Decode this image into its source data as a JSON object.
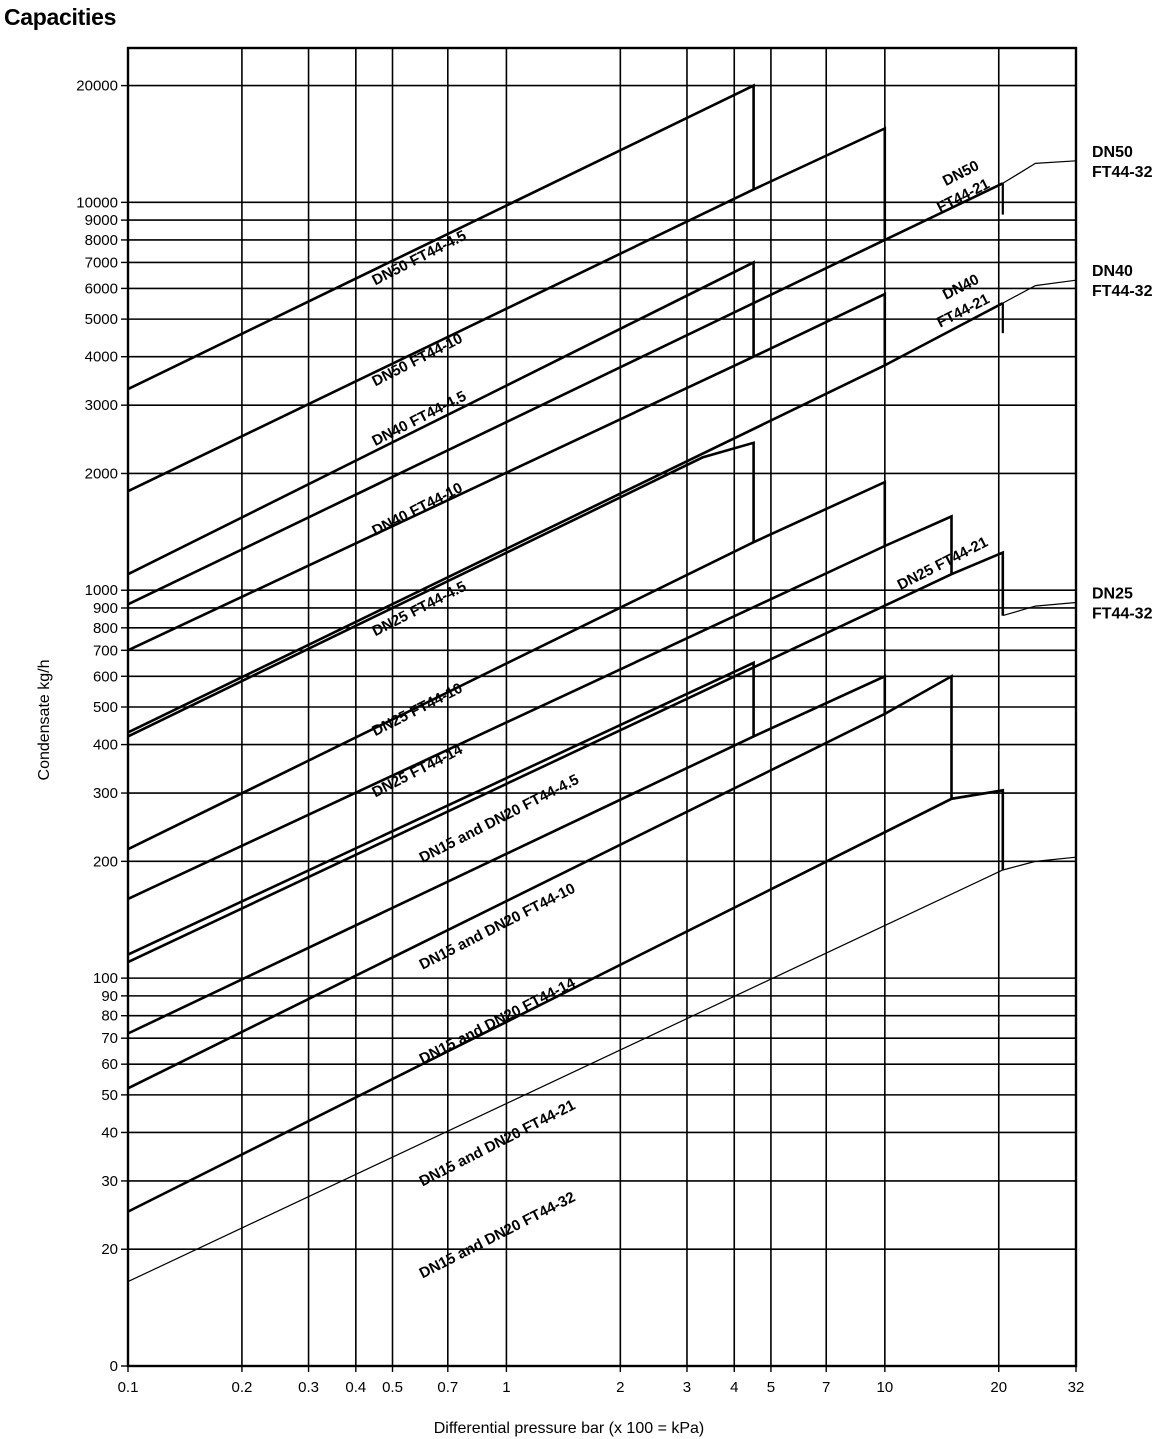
{
  "title": "Capacities",
  "chart_data": {
    "type": "line",
    "title": "Capacities",
    "xlabel": "Differential pressure bar (x 100 = kPa)",
    "ylabel": "Condensate kg/h",
    "xscale": "log",
    "yscale": "log",
    "xlim": [
      0.1,
      32
    ],
    "ylim": [
      10,
      25000
    ],
    "grid": true,
    "x_ticks": [
      0.1,
      0.2,
      0.3,
      0.4,
      0.5,
      0.7,
      1,
      2,
      3,
      4,
      5,
      7,
      10,
      20,
      32
    ],
    "x_tick_labels": [
      "0.1",
      "0.2",
      "0.3",
      "0.4",
      "0.5",
      "0.7",
      "1",
      "2",
      "3",
      "4",
      "5",
      "7",
      "10",
      "20",
      "32"
    ],
    "y_ticks": [
      10,
      20,
      30,
      40,
      50,
      60,
      70,
      80,
      90,
      100,
      200,
      300,
      400,
      500,
      600,
      700,
      800,
      900,
      1000,
      2000,
      3000,
      4000,
      5000,
      6000,
      7000,
      8000,
      9000,
      10000,
      20000
    ],
    "y_tick_labels": [
      "0",
      "20",
      "30",
      "40",
      "50",
      "60",
      "70",
      "80",
      "90",
      "100",
      "200",
      "300",
      "400",
      "500",
      "600",
      "700",
      "800",
      "900",
      "1000",
      "2000",
      "3000",
      "4000",
      "5000",
      "6000",
      "7000",
      "8000",
      "9000",
      "10000",
      "20000"
    ],
    "series": [
      {
        "name": "DN50 FT44-4.5",
        "heavy": true,
        "x": [
          0.1,
          4.5,
          4.5
        ],
        "y": [
          3300,
          20000,
          10800
        ]
      },
      {
        "name": "DN50 FT44-10",
        "heavy": true,
        "x": [
          0.1,
          4.5,
          10,
          10
        ],
        "y": [
          1800,
          10800,
          15500,
          8000
        ]
      },
      {
        "name": "DN50 FT44-21",
        "heavy": true,
        "x": [
          0.1,
          10,
          20.5
        ],
        "y": [
          920,
          8000,
          11200
        ]
      },
      {
        "name": "DN50 FT44-32",
        "heavy": false,
        "x": [
          20.5,
          25,
          32
        ],
        "y": [
          11200,
          12600,
          12800
        ]
      },
      {
        "name": "DN40 FT44-4.5",
        "heavy": true,
        "x": [
          0.1,
          4.5,
          4.5
        ],
        "y": [
          1100,
          7000,
          4000
        ]
      },
      {
        "name": "DN40 FT44-10",
        "heavy": true,
        "x": [
          0.1,
          4.5,
          10,
          10
        ],
        "y": [
          700,
          4000,
          5800,
          3800
        ]
      },
      {
        "name": "DN40 FT44-21",
        "heavy": true,
        "x": [
          0.1,
          10,
          20.5
        ],
        "y": [
          430,
          3800,
          5500
        ]
      },
      {
        "name": "DN40 FT44-32",
        "heavy": false,
        "x": [
          20.5,
          25,
          32
        ],
        "y": [
          5500,
          6100,
          6300
        ]
      },
      {
        "name": "DN25 FT44-4.5",
        "heavy": true,
        "x": [
          0.1,
          3.3,
          4.5,
          4.5
        ],
        "y": [
          420,
          2200,
          2400,
          1330
        ]
      },
      {
        "name": "DN25 FT44-10",
        "heavy": true,
        "x": [
          0.1,
          4.5,
          10,
          10
        ],
        "y": [
          215,
          1330,
          1900,
          1300
        ]
      },
      {
        "name": "DN25 FT44-14",
        "heavy": true,
        "x": [
          0.1,
          10,
          15,
          15
        ],
        "y": [
          160,
          1300,
          1550,
          1100
        ]
      },
      {
        "name": "DN25 FT44-21",
        "heavy": true,
        "x": [
          0.1,
          15,
          20.5,
          20.5
        ],
        "y": [
          110,
          1100,
          1250,
          860
        ]
      },
      {
        "name": "DN25 FT44-32",
        "heavy": false,
        "x": [
          20.5,
          25,
          32
        ],
        "y": [
          860,
          910,
          930
        ]
      },
      {
        "name": "DN15 and DN20 FT44-4.5",
        "heavy": true,
        "x": [
          0.1,
          4.5,
          4.5
        ],
        "y": [
          115,
          650,
          420
        ]
      },
      {
        "name": "DN15 and DN20 FT44-10",
        "heavy": true,
        "x": [
          0.1,
          4.5,
          10,
          10
        ],
        "y": [
          72,
          420,
          600,
          480
        ]
      },
      {
        "name": "DN15 and DN20 FT44-14",
        "heavy": true,
        "x": [
          0.1,
          10,
          15,
          15
        ],
        "y": [
          52,
          480,
          600,
          290
        ]
      },
      {
        "name": "DN15 and DN20 FT44-21",
        "heavy": true,
        "x": [
          0.1,
          15,
          20.5,
          20.5
        ],
        "y": [
          25,
          290,
          305,
          190
        ]
      },
      {
        "name": "DN15 and DN20 FT44-32",
        "heavy": false,
        "x": [
          0.1,
          20.5,
          25,
          32
        ],
        "y": [
          16.5,
          190,
          200,
          205
        ]
      }
    ],
    "series_labels": [
      {
        "text": "DN50 FT44-4.5",
        "anchor_x": 0.45,
        "anchor_y": 6100,
        "angle": -27
      },
      {
        "text": "DN50 FT44-10",
        "anchor_x": 0.45,
        "anchor_y": 3350,
        "angle": -27
      },
      {
        "text": "DN40 FT44-4.5",
        "anchor_x": 0.45,
        "anchor_y": 2350,
        "angle": -27
      },
      {
        "text": "DN40 FT44-10",
        "anchor_x": 0.45,
        "anchor_y": 1380,
        "angle": -27
      },
      {
        "text": "DN25 FT44-4.5",
        "anchor_x": 0.45,
        "anchor_y": 760,
        "angle": -27
      },
      {
        "text": "DN25 FT44-10",
        "anchor_x": 0.45,
        "anchor_y": 420,
        "angle": -27
      },
      {
        "text": "DN25 FT44-14",
        "anchor_x": 0.45,
        "anchor_y": 292,
        "angle": -27
      },
      {
        "text": "DN15 and DN20 FT44-4.5",
        "anchor_x": 0.6,
        "anchor_y": 198,
        "angle": -27
      },
      {
        "text": "DN15 and DN20 FT44-10",
        "anchor_x": 0.6,
        "anchor_y": 105,
        "angle": -27
      },
      {
        "text": "DN15 and DN20 FT44-14",
        "anchor_x": 0.6,
        "anchor_y": 60,
        "angle": -27
      },
      {
        "text": "DN15 and DN20 FT44-21",
        "anchor_x": 0.6,
        "anchor_y": 29,
        "angle": -27
      },
      {
        "text": "DN15 and DN20 FT44-32",
        "anchor_x": 0.6,
        "anchor_y": 16.8,
        "angle": -27
      },
      {
        "text": "DN25 FT44-21",
        "anchor_x": 11,
        "anchor_y": 1000,
        "angle": -27
      },
      {
        "text": "DN50",
        "anchor_x": 14.5,
        "anchor_y": 11000,
        "angle": -27
      },
      {
        "text": "FT44-21",
        "anchor_x": 14,
        "anchor_y": 9400,
        "angle": -27
      },
      {
        "text": "DN40",
        "anchor_x": 14.5,
        "anchor_y": 5600,
        "angle": -27
      },
      {
        "text": "FT44-21",
        "anchor_x": 14,
        "anchor_y": 4750,
        "angle": -27
      }
    ],
    "end_labels": [
      {
        "line1": "DN50",
        "line2": "FT44-32",
        "anchor_y": 12800
      },
      {
        "line1": "DN40",
        "line2": "FT44-32",
        "anchor_y": 6300
      },
      {
        "line1": "DN25",
        "line2": "FT44-32",
        "anchor_y": 930
      }
    ]
  }
}
